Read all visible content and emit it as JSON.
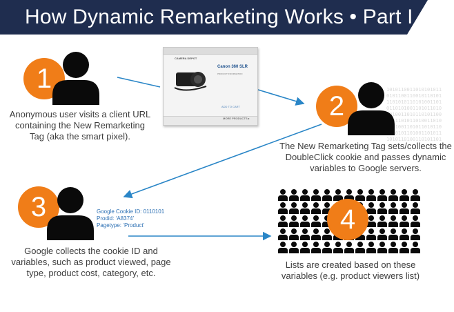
{
  "title": "How Dynamic Remarketing Works • Part I",
  "colors": {
    "banner": "#1f2d4f",
    "step_circle": "#f07d18",
    "arrow": "#2a86c7",
    "silhouette": "#0a0a0a",
    "caption_text": "#3d3d3d",
    "cookie_text": "#2b6fb3"
  },
  "steps": [
    {
      "number": "1",
      "caption": "Anonymous user visits a client URL containing the New Remarketing Tag (aka the smart pixel)."
    },
    {
      "number": "2",
      "caption": "The New Remarketing Tag sets/collects the DoubleClick cookie and passes dynamic variables to Google servers."
    },
    {
      "number": "3",
      "caption": "Google collects the cookie ID and variables, such as product viewed, page type, product cost, category, etc."
    },
    {
      "number": "4",
      "caption": "Lists are created based on these variables (e.g. product viewers list)"
    }
  ],
  "cookie_variables": [
    "Google Cookie ID: 0110101",
    "Prodid: ‘A8374’",
    "Pagetype: ‘Product’"
  ],
  "browser_mockup": {
    "site_name": "CAMERA DEPOT",
    "product_title": "Canon 360 SLR",
    "product_info": "PRODUCT INFORMATION",
    "cart_label": "ADD TO CART",
    "more_label": "MORE PRODUCTS ▸"
  },
  "icons": {
    "person": "person-silhouette-icon",
    "crowd": "crowd-icon",
    "camera": "camera-icon"
  }
}
